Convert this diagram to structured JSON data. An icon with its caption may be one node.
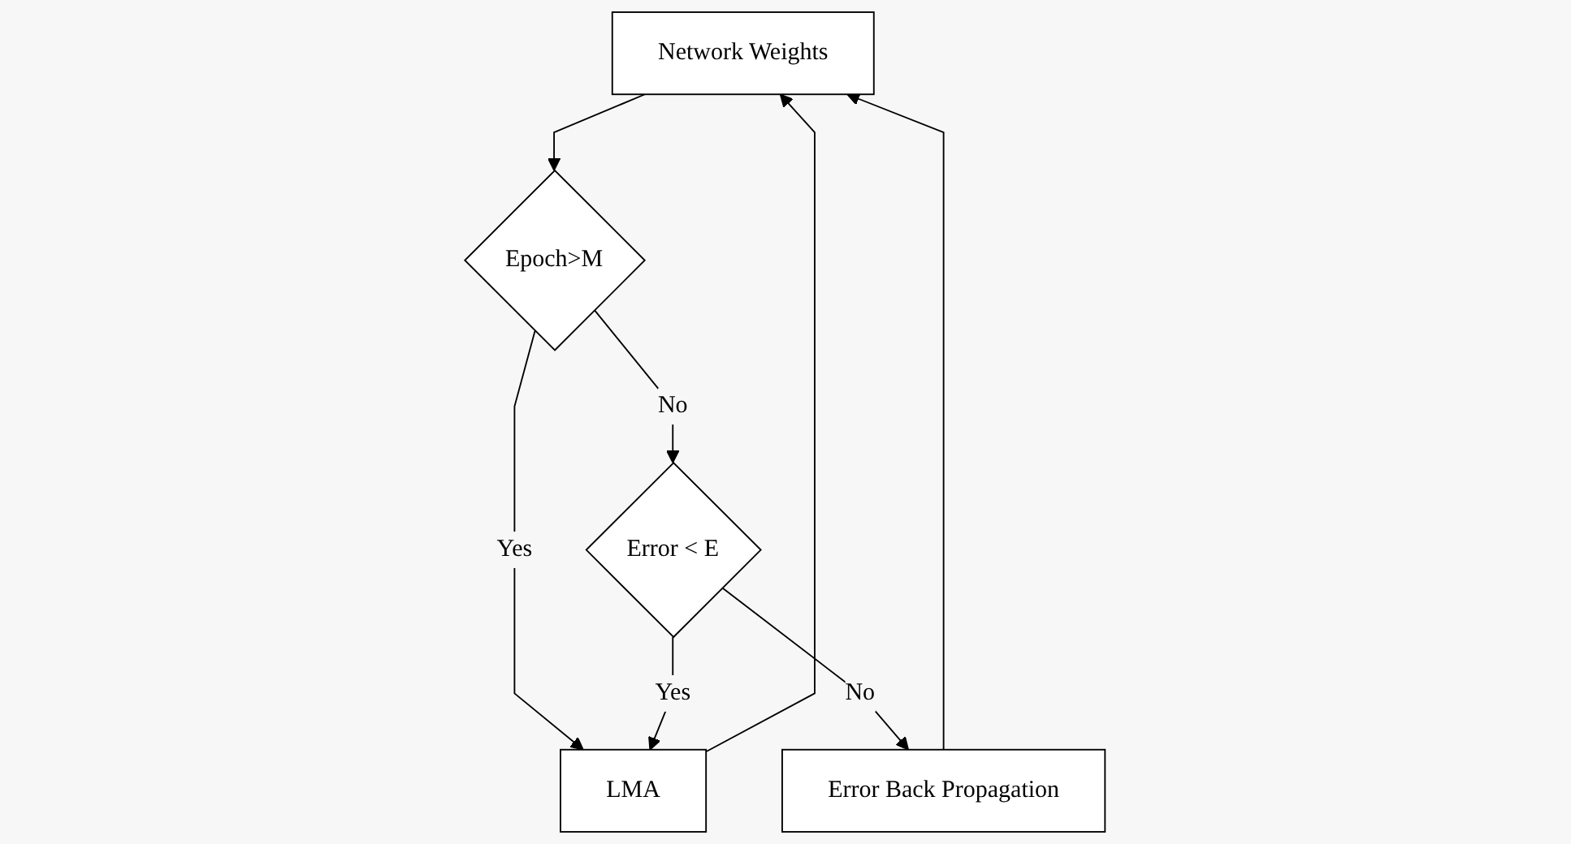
{
  "diagram": {
    "nodes": [
      {
        "text": [
          "Network Weights"
        ]
      },
      {
        "text": [
          "Error Back Propagation"
        ]
      },
      {
        "text": [
          "Epoch>M"
        ]
      },
      {
        "text": [
          "LMA"
        ]
      },
      {
        "text": [
          "Error < E"
        ]
      }
    ],
    "edges": [
      {
        "from": 0,
        "to": 2,
        "arrow": "to"
      },
      {
        "from": 2,
        "to": 3,
        "arrow": "to",
        "label": "Yes"
      },
      {
        "from": 2,
        "to": 4,
        "arrow": "to",
        "label": "No"
      },
      {
        "from": 4,
        "to": 1,
        "arrow": "to",
        "label": "No"
      },
      {
        "from": 4,
        "to": 3,
        "arrow": "to",
        "label": "Yes"
      },
      {
        "from": 1,
        "to": 0,
        "arrow": "to"
      },
      {
        "from": 3,
        "to": 0,
        "arrow": "to"
      }
    ]
  }
}
